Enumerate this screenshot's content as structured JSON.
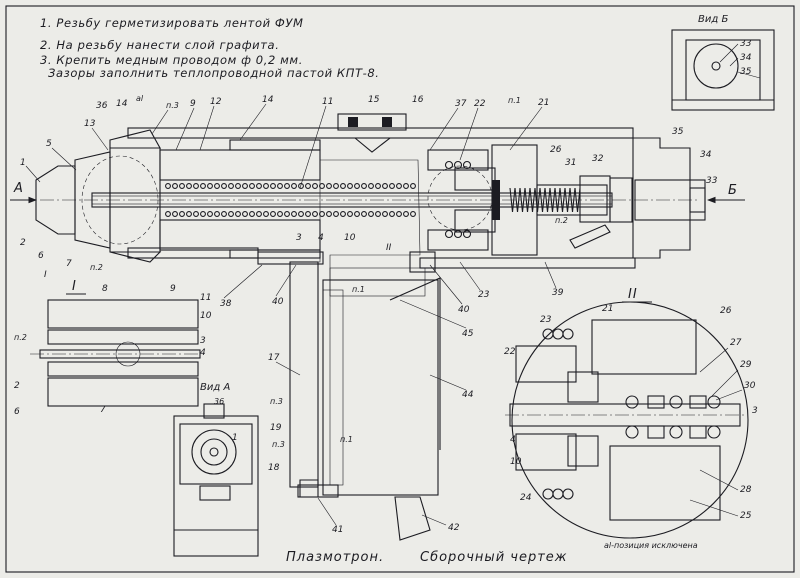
{
  "notes": [
    "1. Резьбу герметизировать лентой ФУМ",
    "2. На резьбу нанести слой графита.",
    "3. Крепить медным проводом ф 0,2 мм.",
    "Зазоры заполнить теплопроводной пастой КПТ-8."
  ],
  "view_b_title": "Вид Б",
  "view_a_title": "Вид А",
  "section_1_title": "I",
  "section_2_title": "II",
  "title_left": "Плазмотрон.",
  "title_right": "Сборочный чертеж",
  "footnote": "аl-позиция исключена",
  "arrow_a": "A",
  "arrow_b": "Б",
  "main_labels": [
    "1",
    "5",
    "13",
    "36",
    "14",
    "аl",
    "п.3",
    "9",
    "12",
    "14",
    "11",
    "15",
    "16",
    "37",
    "22",
    "п.1",
    "21",
    "26",
    "35",
    "34",
    "31",
    "32",
    "33",
    "А",
    "2",
    "6",
    "7",
    "п.2",
    "I",
    "3",
    "4",
    "10",
    "II",
    "п.2",
    "Б",
    "38",
    "40",
    "п.1",
    "40",
    "23",
    "39",
    "45",
    "17",
    "44",
    "п.3",
    "19",
    "п.3",
    "18",
    "п.1",
    "41",
    "42"
  ],
  "view_b_labels": [
    "33",
    "34",
    "35"
  ],
  "section_1_labels": [
    "8",
    "9",
    "11",
    "п.2",
    "10",
    "3",
    "4",
    "2",
    "6",
    "7"
  ],
  "section_2_labels": [
    "23",
    "21",
    "26",
    "22",
    "27",
    "29",
    "30",
    "3",
    "4",
    "10",
    "24",
    "28",
    "25"
  ],
  "view_a_labels": [
    "36",
    "1"
  ]
}
